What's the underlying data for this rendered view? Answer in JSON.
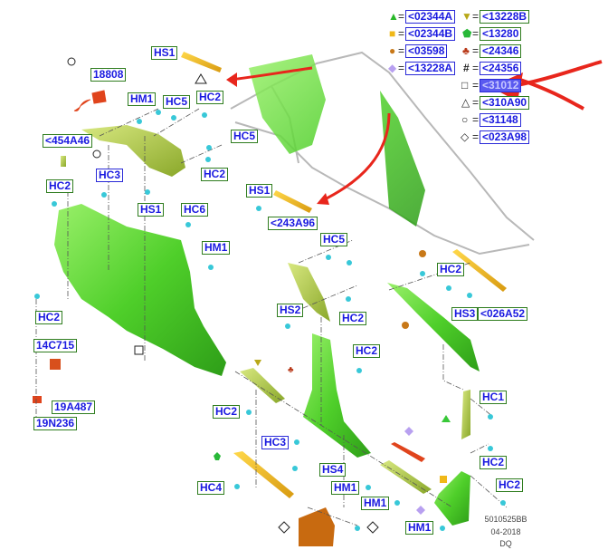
{
  "legend": [
    {
      "symbol": "green-triangle",
      "label": "<02344A"
    },
    {
      "symbol": "yellow-square",
      "label": "<02344B"
    },
    {
      "symbol": "brown-circle",
      "label": "<03598"
    },
    {
      "symbol": "purple-diamond",
      "label": "<13228A"
    },
    {
      "symbol": "olive-down-triangle",
      "label": "<13228B"
    },
    {
      "symbol": "green-pentagon",
      "label": "<13280"
    },
    {
      "symbol": "red-club",
      "label": "<24346"
    },
    {
      "symbol": "hash",
      "label": "<24356"
    },
    {
      "symbol": "open-square",
      "label": "<31012",
      "highlighted": true
    },
    {
      "symbol": "open-triangle",
      "label": "<310A90"
    },
    {
      "symbol": "open-circle",
      "label": "<31148"
    },
    {
      "symbol": "open-diamond",
      "label": "<023A98"
    }
  ],
  "eq": "=",
  "hash": "#",
  "callouts": [
    "HS1",
    "18808",
    "HM1",
    "HC5",
    "HC2",
    "<454A46",
    "HC5",
    "HC3",
    "HC2",
    "HC2",
    "HS1",
    "HC6",
    "HS1",
    "<243A96",
    "HM1",
    "HC5",
    "HC2",
    "HS2",
    "HS3",
    "<026A52",
    "HC2",
    "HC2",
    "HC2",
    "14C715",
    "HC1",
    "HC2",
    "19A487",
    "19N236",
    "HC3",
    "HC2",
    "HS4",
    "HC2",
    "HC4",
    "HM1",
    "HM1",
    "HM1"
  ],
  "footer": {
    "code": "5010525BB",
    "date": "04-2018",
    "tag": "DQ"
  },
  "colors": {
    "part_green": "#5fd83a",
    "label_border": "#2f7d1f",
    "label_text": "#1a1ae0",
    "arrow": "#e8261c",
    "highlight": "#5a5af0"
  }
}
